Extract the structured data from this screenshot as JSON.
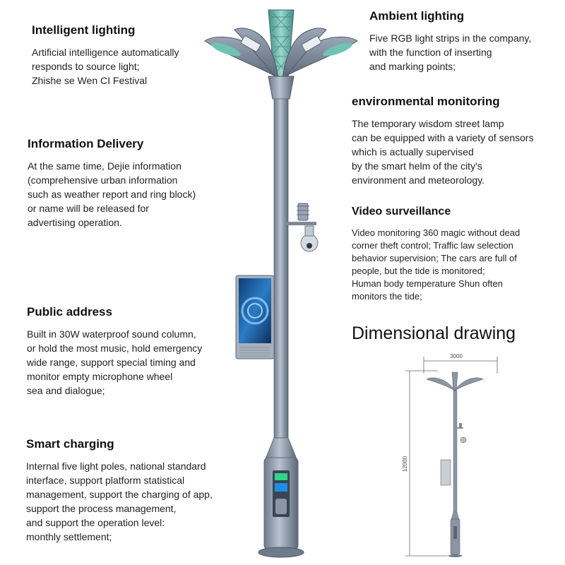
{
  "sections": {
    "intelligent_lighting": {
      "title": "Intelligent lighting",
      "lines": [
        "Artificial intelligence automatically",
        "responds to source light;",
        "Zhishe se Wen CI Festival"
      ]
    },
    "ambient_lighting": {
      "title": "Ambient lighting",
      "lines": [
        "Five RGB light strips in the company,",
        "with the function of inserting",
        "and marking points;"
      ]
    },
    "environmental_monitoring": {
      "title": "environmental monitoring",
      "lines": [
        "The temporary wisdom street lamp",
        "can be equipped with a variety of sensors",
        "which is actually supervised",
        "by the smart helm of the city's",
        "environment and meteorology."
      ]
    },
    "information_delivery": {
      "title": "Information Delivery",
      "lines": [
        "At the same time, Dejie information",
        "(comprehensive urban information",
        "such as weather report and ring block)",
        "or name will be released for",
        "advertising operation."
      ]
    },
    "video_surveillance": {
      "title": "Video surveillance",
      "lines": [
        "Video monitoring 360 magic without dead",
        "corner theft control; Traffic law selection",
        "behavior supervision; The cars are full of",
        "people, but the tide is monitored;",
        "Human body temperature Shun often",
        "monitors the tide;"
      ]
    },
    "public_address": {
      "title": "Public address",
      "lines": [
        "Built in 30W waterproof sound column,",
        "or hold the most music, hold emergency",
        "wide range, support special timing and",
        "monitor empty microphone wheel",
        "sea and dialogue;"
      ]
    },
    "smart_charging": {
      "title": "Smart charging",
      "lines": [
        "Internal five light poles, national standard",
        "interface, support platform statistical",
        "management, support the charging of app,",
        "support the process management,",
        "and support the operation level:",
        "monthly settlement;"
      ]
    }
  },
  "dimensional_drawing": {
    "title": "Dimensional drawing",
    "width_label": "3000",
    "height_label": "12000"
  },
  "colors": {
    "pole": "#8a96a6",
    "pole_dark": "#5f6b7b",
    "lamp_teal": "#5fb8a8",
    "screen_blue": "#1e5aa0"
  }
}
